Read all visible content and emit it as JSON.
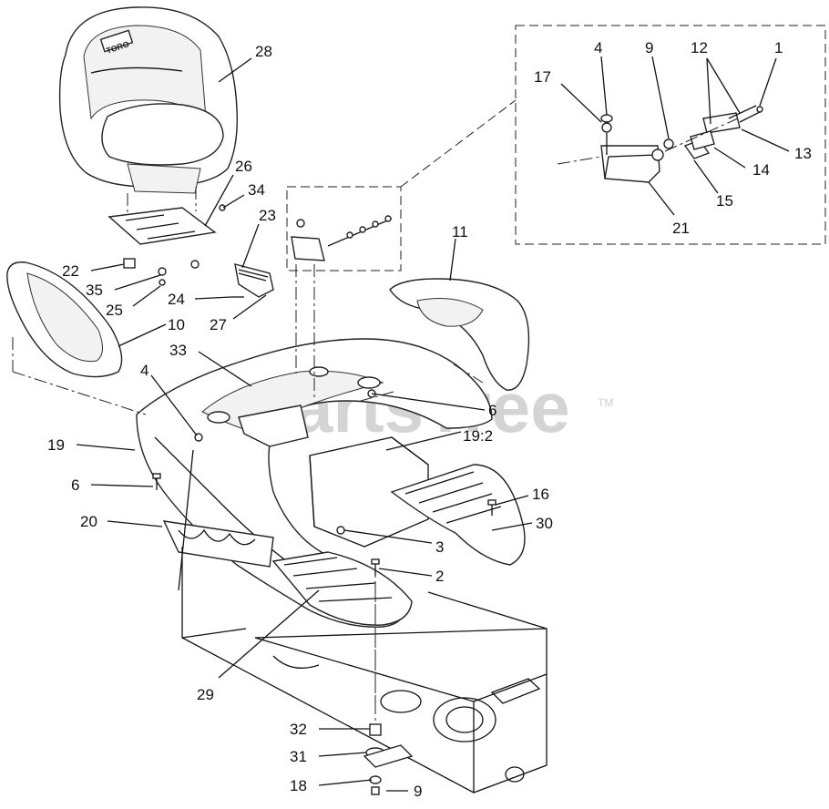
{
  "watermark": {
    "text": "PartsTree",
    "tm": "TM"
  },
  "seat": {
    "badge": "TORO"
  },
  "callouts": [
    {
      "id": "c28",
      "label": "28"
    },
    {
      "id": "c26",
      "label": "26"
    },
    {
      "id": "c34",
      "label": "34"
    },
    {
      "id": "c23",
      "label": "23"
    },
    {
      "id": "c22",
      "label": "22"
    },
    {
      "id": "c35",
      "label": "35"
    },
    {
      "id": "c25",
      "label": "25"
    },
    {
      "id": "c24",
      "label": "24"
    },
    {
      "id": "c27",
      "label": "27"
    },
    {
      "id": "c10",
      "label": "10"
    },
    {
      "id": "c33",
      "label": "33"
    },
    {
      "id": "c4b",
      "label": "4"
    },
    {
      "id": "c19",
      "label": "19"
    },
    {
      "id": "c6a",
      "label": "6"
    },
    {
      "id": "c20",
      "label": "20"
    },
    {
      "id": "c6b",
      "label": "6"
    },
    {
      "id": "c192",
      "label": "19:2"
    },
    {
      "id": "c11",
      "label": "11"
    },
    {
      "id": "c16",
      "label": "16"
    },
    {
      "id": "c30",
      "label": "30"
    },
    {
      "id": "c3",
      "label": "3"
    },
    {
      "id": "c2",
      "label": "2"
    },
    {
      "id": "c29",
      "label": "29"
    },
    {
      "id": "c32",
      "label": "32"
    },
    {
      "id": "c31",
      "label": "31"
    },
    {
      "id": "c18",
      "label": "18"
    },
    {
      "id": "c9b",
      "label": "9"
    },
    {
      "id": "c4a",
      "label": "4"
    },
    {
      "id": "c9a",
      "label": "9"
    },
    {
      "id": "c12",
      "label": "12"
    },
    {
      "id": "c1",
      "label": "1"
    },
    {
      "id": "c17",
      "label": "17"
    },
    {
      "id": "c13",
      "label": "13"
    },
    {
      "id": "c14",
      "label": "14"
    },
    {
      "id": "c15",
      "label": "15"
    },
    {
      "id": "c21",
      "label": "21"
    }
  ]
}
